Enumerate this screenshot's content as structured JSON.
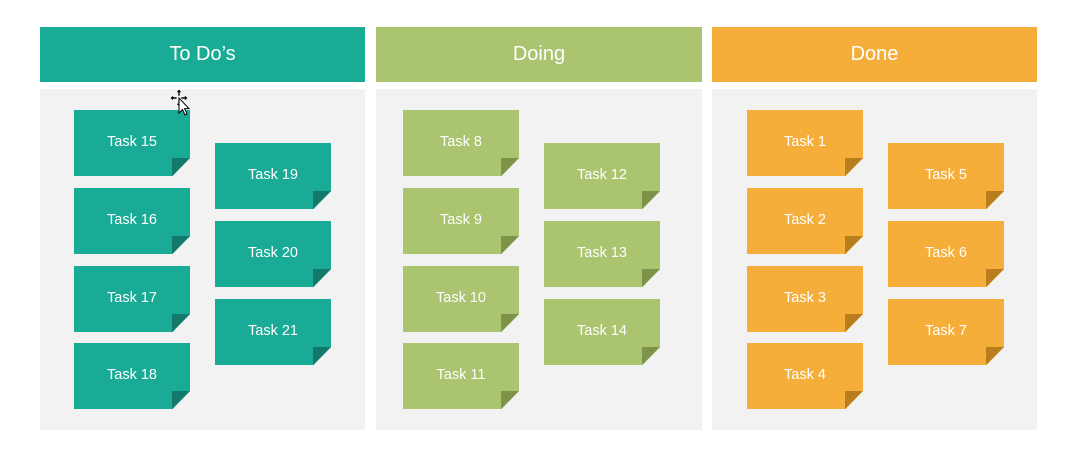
{
  "colors": {
    "todo": "#1aab96",
    "doing": "#abc46f",
    "done": "#f5ae3a",
    "panel": "#f2f2f2"
  },
  "columns": {
    "todo": {
      "title": "To Do’s",
      "tasks": [
        "Task 15",
        "Task 16",
        "Task 17",
        "Task 18",
        "Task 19",
        "Task 20",
        "Task 21"
      ]
    },
    "doing": {
      "title": "Doing",
      "tasks": [
        "Task 8",
        "Task 9",
        "Task 10",
        "Task 11",
        "Task 12",
        "Task 13",
        "Task 14"
      ]
    },
    "done": {
      "title": "Done",
      "tasks": [
        "Task 1",
        "Task 2",
        "Task 3",
        "Task 4",
        "Task 5",
        "Task 6",
        "Task 7"
      ]
    }
  },
  "cursor": {
    "icon": "move-cursor-icon"
  }
}
